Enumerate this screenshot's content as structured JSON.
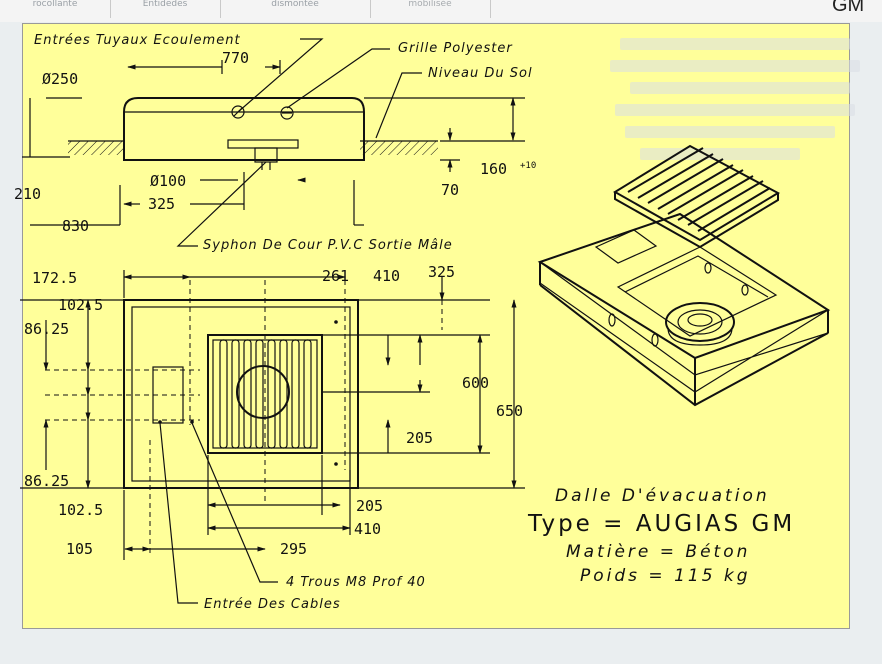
{
  "corner_label": "GM",
  "top_strip": [
    {
      "label": "rocollante"
    },
    {
      "label": "Entidedes"
    },
    {
      "label": "dismontée"
    },
    {
      "label": "mobilisée"
    }
  ],
  "elevation_view": {
    "labels": {
      "pipes": "Entrées Tuyaux Ecoulement",
      "grate": "Grille Polyester",
      "ground": "Niveau Du Sol",
      "syphon": "Syphon De Cour P.V.C Sortie Mâle"
    },
    "dimensions": {
      "d250": "Ø250",
      "w770": "770",
      "h210": "210",
      "d100": "Ø100",
      "w325": "325",
      "w830": "830",
      "h160": "160",
      "tol": "+10",
      "h70": "70"
    }
  },
  "plan_view": {
    "labels": {
      "holes": "4 Trous M8 Prof 40",
      "cables": "Entrée Des Cables"
    },
    "dimensions": {
      "d172": "172.5",
      "d102a": "102.5",
      "d86a": "86.25",
      "d86b": "86.25",
      "d102b": "102.5",
      "d105": "105",
      "d295": "295",
      "d205a": "205",
      "d410a": "410",
      "d261": "261",
      "d410b": "410",
      "d325": "325",
      "d600": "600",
      "d650": "650",
      "d205b": "205"
    }
  },
  "title_block": {
    "line1": "Dalle D'évacuation",
    "line2": "Type = AUGIAS GM",
    "line3": "Matière = Béton",
    "line4": "Poids = 115 kg"
  }
}
